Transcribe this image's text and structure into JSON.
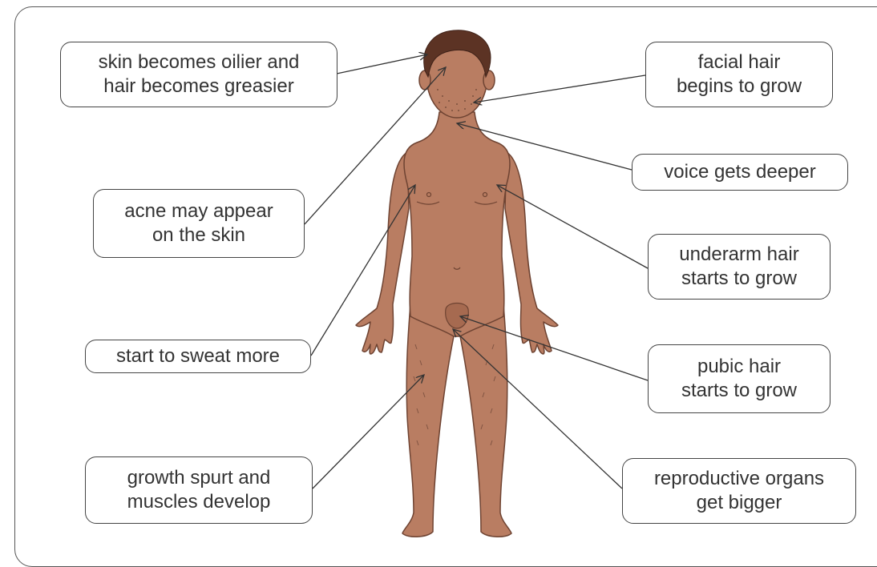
{
  "labels": {
    "oily_skin": [
      "skin becomes oilier and",
      "hair becomes greasier"
    ],
    "facial_hair": [
      "facial hair",
      "begins to grow"
    ],
    "voice": [
      "voice gets deeper"
    ],
    "acne": [
      "acne may appear",
      "on the skin"
    ],
    "underarm": [
      "underarm hair",
      "starts to grow"
    ],
    "sweat": [
      "start to sweat more"
    ],
    "pubic": [
      "pubic hair",
      "starts to grow"
    ],
    "growth": [
      "growth spurt and",
      "muscles develop"
    ],
    "reproductive": [
      "reproductive organs",
      "get bigger"
    ]
  },
  "colors": {
    "skin": "#b97d62",
    "skin_outline": "#6e4332",
    "hair": "#5c3324",
    "stubble": "#4a2c22",
    "arrow": "#333333",
    "box_border": "#444444",
    "text": "#333333"
  }
}
